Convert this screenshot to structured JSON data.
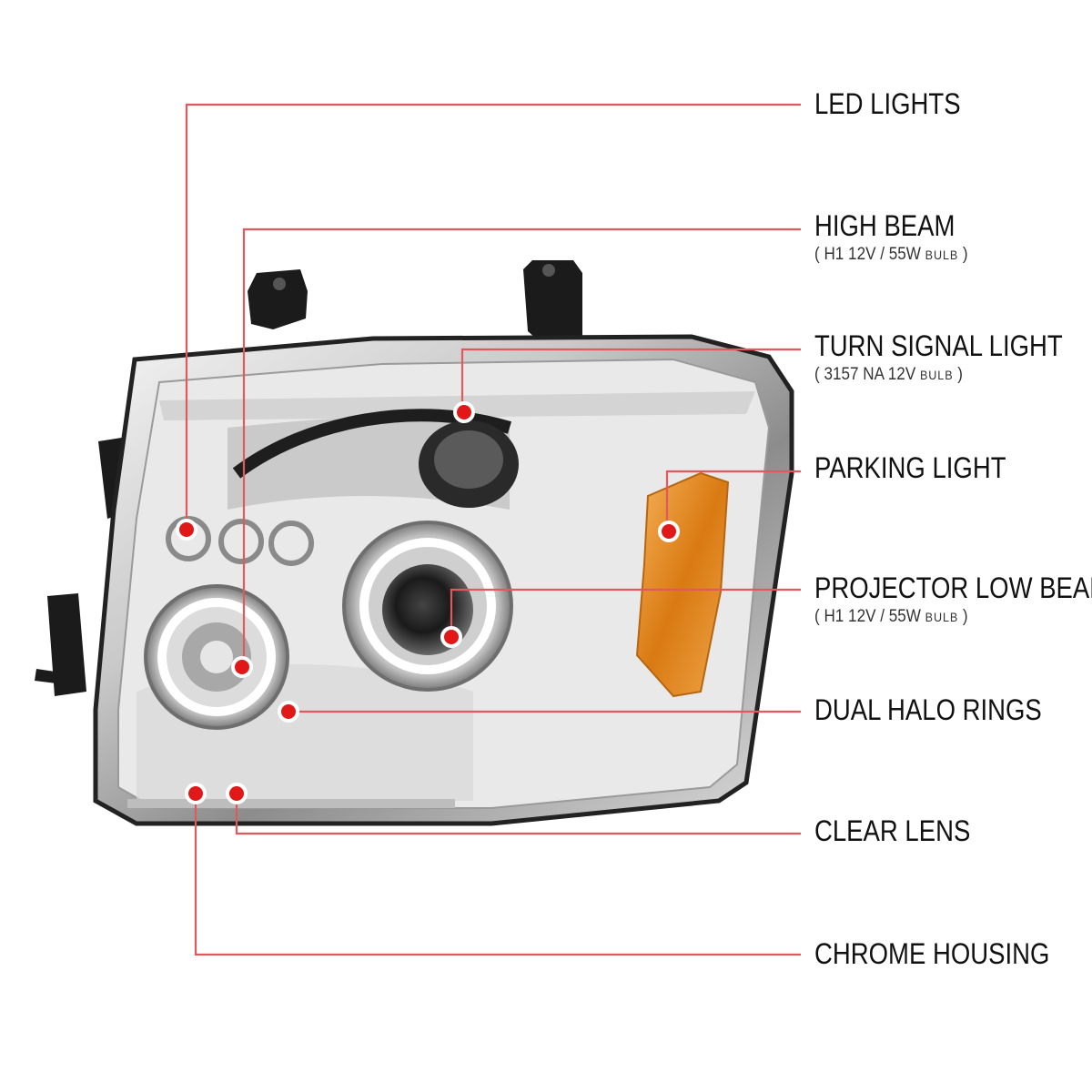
{
  "callouts": {
    "led": {
      "title": "LED LIGHTS"
    },
    "high": {
      "title": "HIGH BEAM",
      "spec_open": "( H1 12V / 55W ",
      "spec_small": "BULB",
      "spec_close": " )"
    },
    "turn": {
      "title": "TURN SIGNAL LIGHT",
      "spec_open": "( 3157 NA 12V ",
      "spec_small": "BULB",
      "spec_close": " )"
    },
    "parking": {
      "title": "PARKING LIGHT"
    },
    "projector": {
      "title": "PROJECTOR LOW BEAM",
      "spec_open": "( H1 12V / 55W ",
      "spec_small": "BULB",
      "spec_close": " )"
    },
    "halo": {
      "title": "DUAL HALO RINGS"
    },
    "lens": {
      "title": "CLEAR LENS"
    },
    "housing": {
      "title": "CHROME HOUSING"
    }
  },
  "colors": {
    "leader": "#e0595e",
    "dot": "#e01818",
    "amber": "#e08a1e",
    "text": "#111111"
  }
}
